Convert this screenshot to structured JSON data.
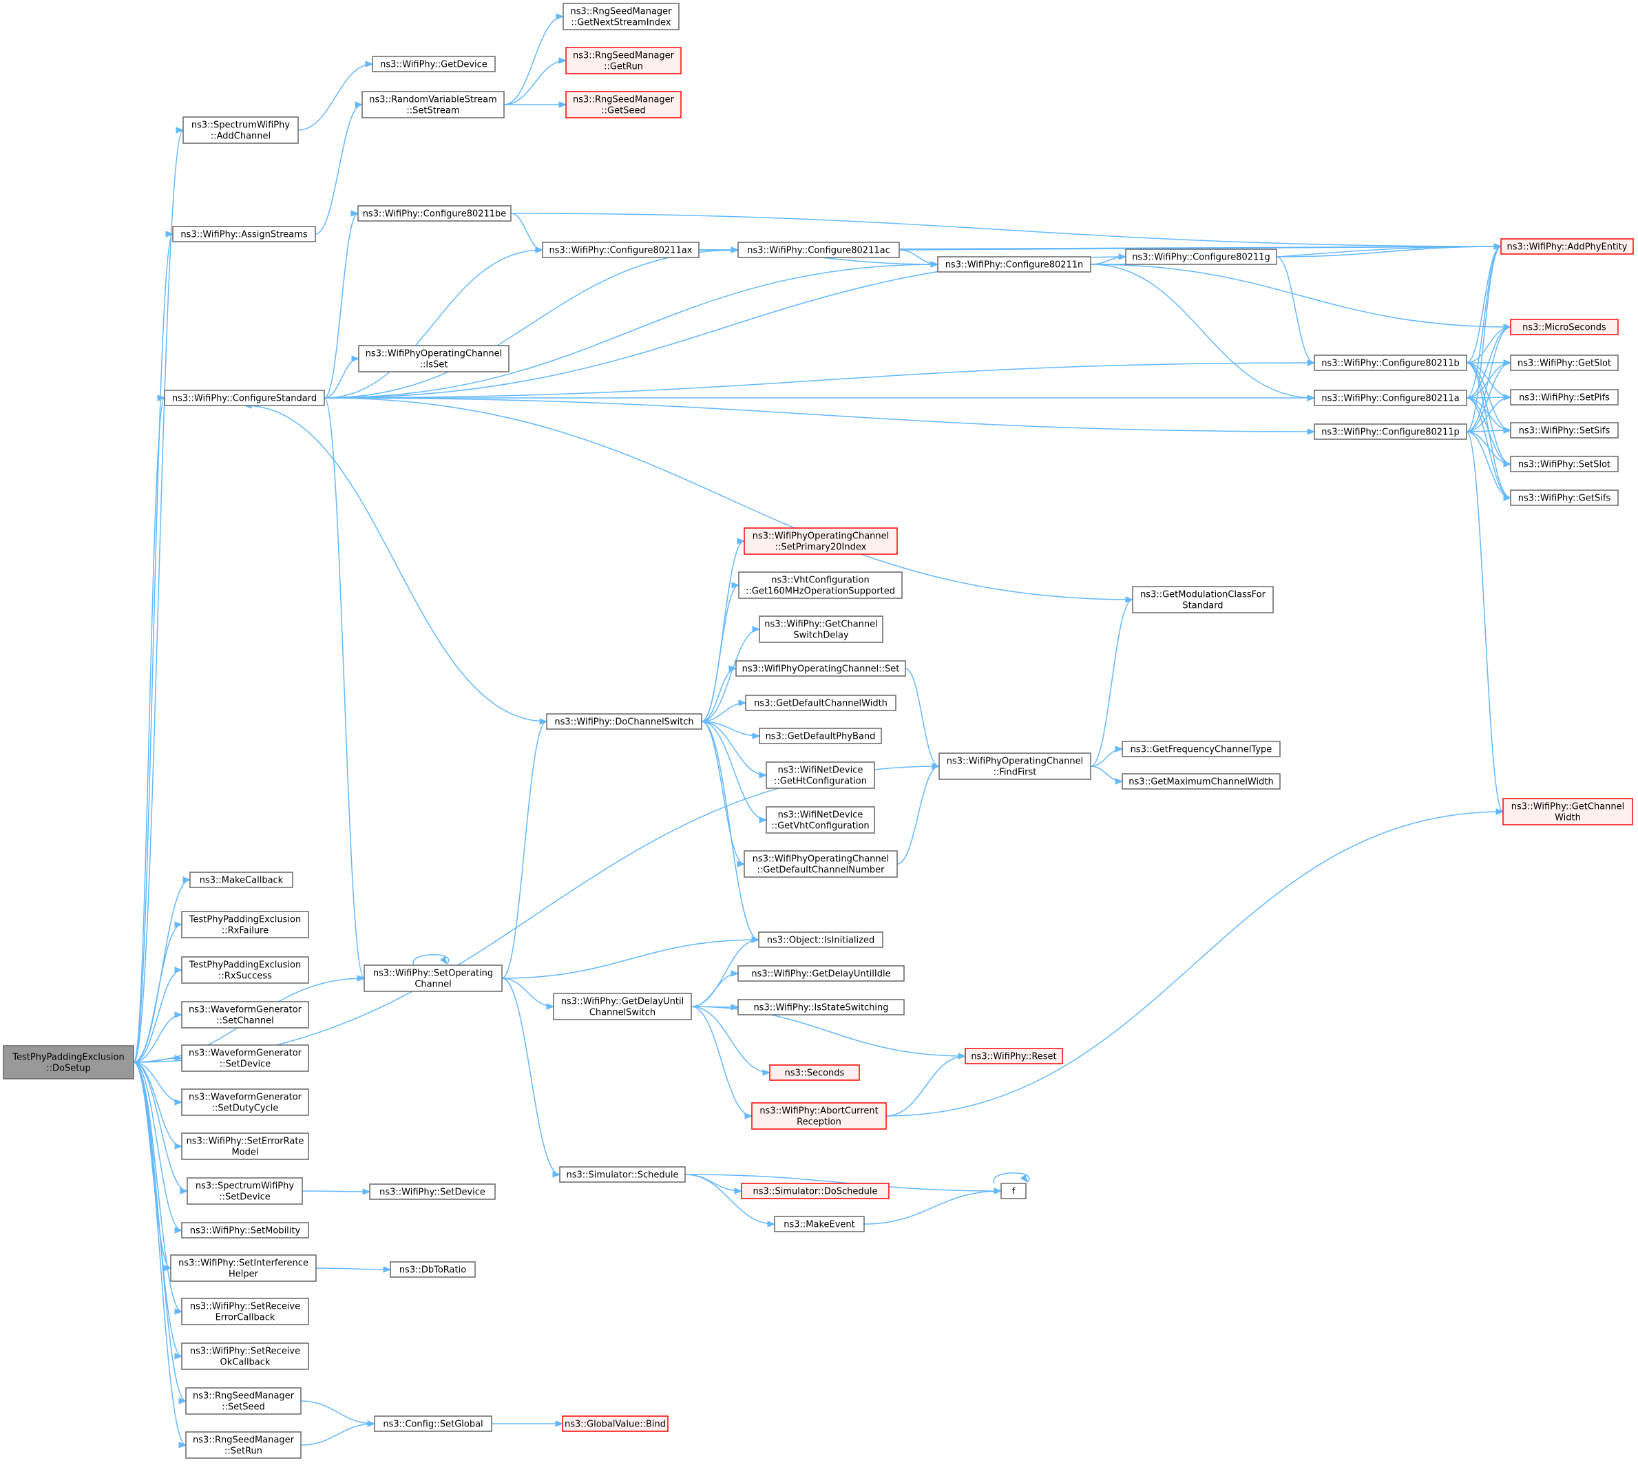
{
  "diagram": {
    "nodes": [
      {
        "id": "root",
        "lines": [
          "TestPhyPaddingExclusion",
          "::DoSetup"
        ],
        "style": "root"
      },
      {
        "id": "spAddChannel",
        "lines": [
          "ns3::SpectrumWifiPhy",
          "::AddChannel"
        ]
      },
      {
        "id": "getDevice",
        "lines": [
          "ns3::WifiPhy::GetDevice"
        ]
      },
      {
        "id": "rvsSetStream",
        "lines": [
          "ns3::RandomVariableStream",
          "::SetStream"
        ]
      },
      {
        "id": "rngNextStream",
        "lines": [
          "ns3::RngSeedManager",
          "::GetNextStreamIndex"
        ]
      },
      {
        "id": "rngGetRun",
        "lines": [
          "ns3::RngSeedManager",
          "::GetRun"
        ],
        "style": "missing"
      },
      {
        "id": "rngGetSeed",
        "lines": [
          "ns3::RngSeedManager",
          "::GetSeed"
        ],
        "style": "missing"
      },
      {
        "id": "assignStreams",
        "lines": [
          "ns3::WifiPhy::AssignStreams"
        ]
      },
      {
        "id": "cfgStandard",
        "lines": [
          "ns3::WifiPhy::ConfigureStandard"
        ]
      },
      {
        "id": "cfgBe",
        "lines": [
          "ns3::WifiPhy::Configure80211be"
        ]
      },
      {
        "id": "cfgAx",
        "lines": [
          "ns3::WifiPhy::Configure80211ax"
        ]
      },
      {
        "id": "cfgAc",
        "lines": [
          "ns3::WifiPhy::Configure80211ac"
        ]
      },
      {
        "id": "cfgG",
        "lines": [
          "ns3::WifiPhy::Configure80211g"
        ]
      },
      {
        "id": "cfgN",
        "lines": [
          "ns3::WifiPhy::Configure80211n"
        ]
      },
      {
        "id": "addPhyEntity",
        "lines": [
          "ns3::WifiPhy::AddPhyEntity"
        ],
        "style": "missing"
      },
      {
        "id": "microSeconds",
        "lines": [
          "ns3::MicroSeconds"
        ],
        "style": "missing"
      },
      {
        "id": "opIsSet",
        "lines": [
          "ns3::WifiPhyOperatingChannel",
          "::IsSet"
        ]
      },
      {
        "id": "cfgB",
        "lines": [
          "ns3::WifiPhy::Configure80211b"
        ]
      },
      {
        "id": "cfgA",
        "lines": [
          "ns3::WifiPhy::Configure80211a"
        ]
      },
      {
        "id": "cfgP",
        "lines": [
          "ns3::WifiPhy::Configure80211p"
        ]
      },
      {
        "id": "getSlot",
        "lines": [
          "ns3::WifiPhy::GetSlot"
        ]
      },
      {
        "id": "setPifs",
        "lines": [
          "ns3::WifiPhy::SetPifs"
        ]
      },
      {
        "id": "setSifs",
        "lines": [
          "ns3::WifiPhy::SetSifs"
        ]
      },
      {
        "id": "setSlot",
        "lines": [
          "ns3::WifiPhy::SetSlot"
        ]
      },
      {
        "id": "getSifs",
        "lines": [
          "ns3::WifiPhy::GetSifs"
        ]
      },
      {
        "id": "setPrimary20",
        "lines": [
          "ns3::WifiPhyOperatingChannel",
          "::SetPrimary20Index"
        ],
        "style": "missing"
      },
      {
        "id": "get160",
        "lines": [
          "ns3::VhtConfiguration",
          "::Get160MHzOperationSupported"
        ]
      },
      {
        "id": "getChSwDelay",
        "lines": [
          "ns3::WifiPhy::GetChannel",
          "SwitchDelay"
        ]
      },
      {
        "id": "opSet",
        "lines": [
          "ns3::WifiPhyOperatingChannel::Set"
        ]
      },
      {
        "id": "getDefChWidth",
        "lines": [
          "ns3::GetDefaultChannelWidth"
        ]
      },
      {
        "id": "getDefPhyBand",
        "lines": [
          "ns3::GetDefaultPhyBand"
        ]
      },
      {
        "id": "getHtCfg",
        "lines": [
          "ns3::WifiNetDevice",
          "::GetHtConfiguration"
        ]
      },
      {
        "id": "getVhtCfg",
        "lines": [
          "ns3::WifiNetDevice",
          "::GetVhtConfiguration"
        ]
      },
      {
        "id": "getDefChNum",
        "lines": [
          "ns3::WifiPhyOperatingChannel",
          "::GetDefaultChannelNumber"
        ]
      },
      {
        "id": "doChSwitch",
        "lines": [
          "ns3::WifiPhy::DoChannelSwitch"
        ]
      },
      {
        "id": "getModClass",
        "lines": [
          "ns3::GetModulationClassFor",
          "Standard"
        ]
      },
      {
        "id": "findFirst",
        "lines": [
          "ns3::WifiPhyOperatingChannel",
          "::FindFirst"
        ]
      },
      {
        "id": "getFreqChType",
        "lines": [
          "ns3::GetFrequencyChannelType"
        ]
      },
      {
        "id": "getMaxChWidth",
        "lines": [
          "ns3::GetMaximumChannelWidth"
        ]
      },
      {
        "id": "getChWidth",
        "lines": [
          "ns3::WifiPhy::GetChannel",
          "Width"
        ],
        "style": "missing"
      },
      {
        "id": "makeCallback",
        "lines": [
          "ns3::MakeCallback"
        ]
      },
      {
        "id": "rxFailure",
        "lines": [
          "TestPhyPaddingExclusion",
          "::RxFailure"
        ]
      },
      {
        "id": "rxSuccess",
        "lines": [
          "TestPhyPaddingExclusion",
          "::RxSuccess"
        ]
      },
      {
        "id": "wgSetChannel",
        "lines": [
          "ns3::WaveformGenerator",
          "::SetChannel"
        ]
      },
      {
        "id": "setOpChannel",
        "lines": [
          "ns3::WifiPhy::SetOperating",
          "Channel"
        ]
      },
      {
        "id": "isInitialized",
        "lines": [
          "ns3::Object::IsInitialized"
        ]
      },
      {
        "id": "getDelayIdle",
        "lines": [
          "ns3::WifiPhy::GetDelayUntilIdle"
        ]
      },
      {
        "id": "isStateSw",
        "lines": [
          "ns3::WifiPhy::IsStateSwitching"
        ]
      },
      {
        "id": "getDelayChSw",
        "lines": [
          "ns3::WifiPhy::GetDelayUntil",
          "ChannelSwitch"
        ]
      },
      {
        "id": "reset",
        "lines": [
          "ns3::WifiPhy::Reset"
        ],
        "style": "missing"
      },
      {
        "id": "seconds",
        "lines": [
          "ns3::Seconds"
        ],
        "style": "missing"
      },
      {
        "id": "abortRx",
        "lines": [
          "ns3::WifiPhy::AbortCurrent",
          "Reception"
        ],
        "style": "missing"
      },
      {
        "id": "wgSetDevice",
        "lines": [
          "ns3::WaveformGenerator",
          "::SetDevice"
        ]
      },
      {
        "id": "wgSetDuty",
        "lines": [
          "ns3::WaveformGenerator",
          "::SetDutyCycle"
        ]
      },
      {
        "id": "setErrRate",
        "lines": [
          "ns3::WifiPhy::SetErrorRate",
          "Model"
        ]
      },
      {
        "id": "schedule",
        "lines": [
          "ns3::Simulator::Schedule"
        ]
      },
      {
        "id": "doSchedule",
        "lines": [
          "ns3::Simulator::DoSchedule"
        ],
        "style": "missing"
      },
      {
        "id": "f",
        "lines": [
          "f"
        ]
      },
      {
        "id": "makeEvent",
        "lines": [
          "ns3::MakeEvent"
        ]
      },
      {
        "id": "spSetDevice",
        "lines": [
          "ns3::SpectrumWifiPhy",
          "::SetDevice"
        ]
      },
      {
        "id": "phySetDevice",
        "lines": [
          "ns3::WifiPhy::SetDevice"
        ]
      },
      {
        "id": "setMobility",
        "lines": [
          "ns3::WifiPhy::SetMobility"
        ]
      },
      {
        "id": "setIntHelper",
        "lines": [
          "ns3::WifiPhy::SetInterference",
          "Helper"
        ]
      },
      {
        "id": "dbToRatio",
        "lines": [
          "ns3::DbToRatio"
        ]
      },
      {
        "id": "setRxErrCb",
        "lines": [
          "ns3::WifiPhy::SetReceive",
          "ErrorCallback"
        ]
      },
      {
        "id": "setRxOkCb",
        "lines": [
          "ns3::WifiPhy::SetReceive",
          "OkCallback"
        ]
      },
      {
        "id": "rngSetSeed",
        "lines": [
          "ns3::RngSeedManager",
          "::SetSeed"
        ]
      },
      {
        "id": "rngSetRun",
        "lines": [
          "ns3::RngSeedManager",
          "::SetRun"
        ]
      },
      {
        "id": "cfgSetGlobal",
        "lines": [
          "ns3::Config::SetGlobal"
        ]
      },
      {
        "id": "gvBind",
        "lines": [
          "ns3::GlobalValue::Bind"
        ],
        "style": "missing"
      }
    ],
    "edges": [
      [
        "root",
        "spAddChannel"
      ],
      [
        "root",
        "assignStreams"
      ],
      [
        "root",
        "cfgStandard"
      ],
      [
        "root",
        "findFirst"
      ],
      [
        "root",
        "makeCallback"
      ],
      [
        "root",
        "rxFailure"
      ],
      [
        "root",
        "rxSuccess"
      ],
      [
        "root",
        "wgSetChannel"
      ],
      [
        "root",
        "setOpChannel"
      ],
      [
        "root",
        "wgSetDevice"
      ],
      [
        "root",
        "wgSetDuty"
      ],
      [
        "root",
        "setErrRate"
      ],
      [
        "root",
        "spSetDevice"
      ],
      [
        "root",
        "setMobility"
      ],
      [
        "root",
        "setIntHelper"
      ],
      [
        "root",
        "setRxErrCb"
      ],
      [
        "root",
        "setRxOkCb"
      ],
      [
        "root",
        "rngSetSeed"
      ],
      [
        "root",
        "rngSetRun"
      ],
      [
        "spAddChannel",
        "getDevice"
      ],
      [
        "assignStreams",
        "rvsSetStream"
      ],
      [
        "rvsSetStream",
        "rngNextStream"
      ],
      [
        "rvsSetStream",
        "rngGetRun"
      ],
      [
        "rvsSetStream",
        "rngGetSeed"
      ],
      [
        "cfgStandard",
        "cfgBe"
      ],
      [
        "cfgStandard",
        "cfgAx"
      ],
      [
        "cfgStandard",
        "cfgAc"
      ],
      [
        "cfgStandard",
        "cfgG"
      ],
      [
        "cfgStandard",
        "cfgN"
      ],
      [
        "cfgStandard",
        "opIsSet"
      ],
      [
        "cfgStandard",
        "cfgB"
      ],
      [
        "cfgStandard",
        "cfgA"
      ],
      [
        "cfgStandard",
        "cfgP"
      ],
      [
        "cfgStandard",
        "getModClass"
      ],
      [
        "cfgStandard",
        "setOpChannel"
      ],
      [
        "cfgBe",
        "cfgAx"
      ],
      [
        "cfgBe",
        "addPhyEntity"
      ],
      [
        "cfgAx",
        "cfgAc"
      ],
      [
        "cfgAx",
        "cfgN"
      ],
      [
        "cfgAx",
        "addPhyEntity"
      ],
      [
        "cfgAc",
        "cfgN"
      ],
      [
        "cfgAc",
        "addPhyEntity"
      ],
      [
        "cfgN",
        "cfgG"
      ],
      [
        "cfgN",
        "cfgA"
      ],
      [
        "cfgN",
        "addPhyEntity"
      ],
      [
        "cfgN",
        "microSeconds"
      ],
      [
        "cfgG",
        "cfgB"
      ],
      [
        "cfgG",
        "addPhyEntity"
      ],
      [
        "cfgB",
        "addPhyEntity"
      ],
      [
        "cfgB",
        "microSeconds"
      ],
      [
        "cfgB",
        "getSlot"
      ],
      [
        "cfgB",
        "setPifs"
      ],
      [
        "cfgB",
        "setSifs"
      ],
      [
        "cfgB",
        "setSlot"
      ],
      [
        "cfgB",
        "getSifs"
      ],
      [
        "cfgA",
        "addPhyEntity"
      ],
      [
        "cfgA",
        "microSeconds"
      ],
      [
        "cfgA",
        "getSlot"
      ],
      [
        "cfgA",
        "setPifs"
      ],
      [
        "cfgA",
        "setSifs"
      ],
      [
        "cfgA",
        "setSlot"
      ],
      [
        "cfgA",
        "getSifs"
      ],
      [
        "cfgP",
        "addPhyEntity"
      ],
      [
        "cfgP",
        "microSeconds"
      ],
      [
        "cfgP",
        "getSlot"
      ],
      [
        "cfgP",
        "setPifs"
      ],
      [
        "cfgP",
        "setSifs"
      ],
      [
        "cfgP",
        "setSlot"
      ],
      [
        "cfgP",
        "getSifs"
      ],
      [
        "cfgP",
        "getChWidth"
      ],
      [
        "doChSwitch",
        "cfgStandard"
      ],
      [
        "doChSwitch",
        "setPrimary20"
      ],
      [
        "doChSwitch",
        "get160"
      ],
      [
        "doChSwitch",
        "getChSwDelay"
      ],
      [
        "doChSwitch",
        "opSet"
      ],
      [
        "doChSwitch",
        "getDefChWidth"
      ],
      [
        "doChSwitch",
        "getDefPhyBand"
      ],
      [
        "doChSwitch",
        "getHtCfg"
      ],
      [
        "doChSwitch",
        "getVhtCfg"
      ],
      [
        "doChSwitch",
        "getDefChNum"
      ],
      [
        "doChSwitch",
        "isInitialized"
      ],
      [
        "opSet",
        "findFirst"
      ],
      [
        "getDefChNum",
        "findFirst"
      ],
      [
        "findFirst",
        "getModClass"
      ],
      [
        "findFirst",
        "getFreqChType"
      ],
      [
        "findFirst",
        "getMaxChWidth"
      ],
      [
        "setOpChannel",
        "setOpChannel"
      ],
      [
        "setOpChannel",
        "doChSwitch"
      ],
      [
        "setOpChannel",
        "isInitialized"
      ],
      [
        "setOpChannel",
        "getDelayChSw"
      ],
      [
        "setOpChannel",
        "schedule"
      ],
      [
        "getDelayChSw",
        "isInitialized"
      ],
      [
        "getDelayChSw",
        "getDelayIdle"
      ],
      [
        "getDelayChSw",
        "isStateSw"
      ],
      [
        "getDelayChSw",
        "reset"
      ],
      [
        "getDelayChSw",
        "seconds"
      ],
      [
        "getDelayChSw",
        "abortRx"
      ],
      [
        "abortRx",
        "reset"
      ],
      [
        "abortRx",
        "getChWidth"
      ],
      [
        "schedule",
        "doSchedule"
      ],
      [
        "schedule",
        "f"
      ],
      [
        "schedule",
        "makeEvent"
      ],
      [
        "makeEvent",
        "f"
      ],
      [
        "f",
        "f"
      ],
      [
        "spSetDevice",
        "phySetDevice"
      ],
      [
        "setIntHelper",
        "dbToRatio"
      ],
      [
        "rngSetSeed",
        "cfgSetGlobal"
      ],
      [
        "rngSetRun",
        "cfgSetGlobal"
      ],
      [
        "cfgSetGlobal",
        "gvBind"
      ]
    ]
  }
}
